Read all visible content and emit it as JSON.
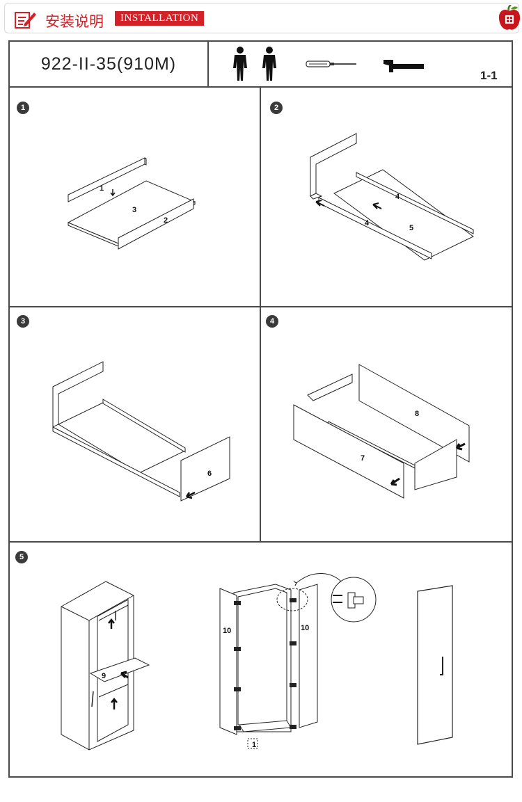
{
  "header": {
    "title_cn": "安装说明",
    "title_en": "INSTALLATION",
    "accent_color": "#d42027"
  },
  "info": {
    "model": "922-II-35(910M)",
    "page": "1-1",
    "tools": [
      "person-icon",
      "person-icon",
      "screwdriver-icon",
      "hammer-icon"
    ]
  },
  "steps": [
    {
      "number": "1",
      "parts": [
        "1",
        "2",
        "3"
      ]
    },
    {
      "number": "2",
      "parts": [
        "4",
        "4",
        "5"
      ]
    },
    {
      "number": "3",
      "parts": [
        "6"
      ]
    },
    {
      "number": "4",
      "parts": [
        "7",
        "8"
      ]
    },
    {
      "number": "5",
      "parts": [
        "9",
        "10",
        "10",
        "1"
      ]
    }
  ]
}
